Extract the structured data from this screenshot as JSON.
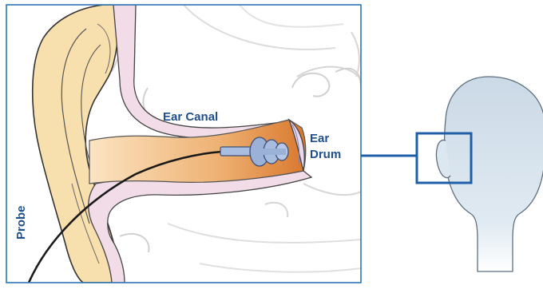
{
  "labels": {
    "ear_canal": "Ear Canal",
    "ear_drum_line1": "Ear",
    "ear_drum_line2": "Drum",
    "probe": "Probe"
  },
  "colors": {
    "label_text": "#1f4e8c",
    "frame_border": "#2e75b6",
    "connector": "#1f5fa8",
    "outer_ear_fill": "#f8dfae",
    "canal_fill": "#e9a55c",
    "skin_lining": "#f2dce8",
    "earplug": "#9bb1d8",
    "head_fill": "#dce7f0"
  },
  "icons": {
    "earplug": "earplug-probe-icon",
    "head": "head-silhouette-icon"
  }
}
